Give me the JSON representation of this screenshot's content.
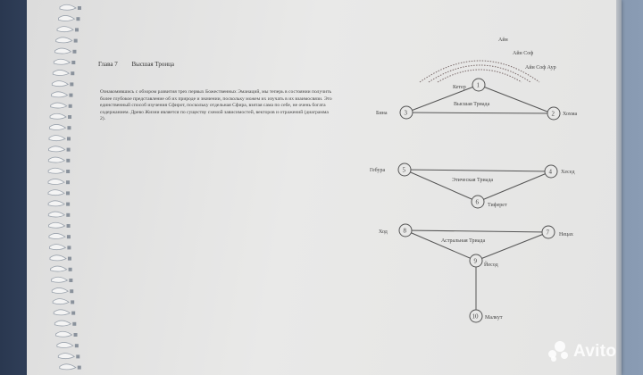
{
  "header": {
    "chapter": "Глава 7",
    "title": "Высшая Троица"
  },
  "paragraph": "Ознакомившись с обзором развития трех первых Божественных Эманаций, мы теперь в состоянии получить более глубокое представление об их природе и значении, поскольку можем их изучать в их взаимосвязи. Это единственный способ изучения Сфирот, поскольку отдельная Сфира, взятая сама по себе, не очень богата содержанием. Древо Жизни является по существу схемой зависимостей, векторов и отражений (диаграмма 2).",
  "diagram": {
    "veils": [
      "Айн",
      "Айн Соф",
      "Айн Соф Аур"
    ],
    "triads": [
      {
        "label": "Высшая Триада",
        "nodes": [
          {
            "num": "1",
            "name": "Кетер"
          },
          {
            "num": "3",
            "name": "Бина"
          },
          {
            "num": "2",
            "name": "Хохма"
          }
        ]
      },
      {
        "label": "Этическая Триада",
        "nodes": [
          {
            "num": "5",
            "name": "Гебура"
          },
          {
            "num": "4",
            "name": "Хесед"
          },
          {
            "num": "6",
            "name": "Тиферет"
          }
        ]
      },
      {
        "label": "Астральная Триада",
        "nodes": [
          {
            "num": "8",
            "name": "Ход"
          },
          {
            "num": "7",
            "name": "Нецах"
          },
          {
            "num": "9",
            "name": "Йесод"
          }
        ]
      }
    ],
    "bottom": {
      "num": "10",
      "name": "Малкут"
    }
  },
  "watermark": {
    "brand": "Avito",
    "icon": "avito-dots-icon"
  },
  "colors": {
    "page": "#e6e6e5",
    "ink": "#444444",
    "background": "#3e5576"
  }
}
